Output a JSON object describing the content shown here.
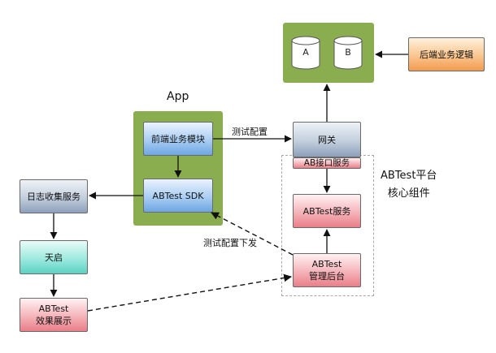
{
  "app_label": "App",
  "platform_label": "ABTest平台\n核心组件",
  "storage": {
    "db_a": "A",
    "db_b": "B"
  },
  "nodes": {
    "backend_logic": "后端业务逻辑",
    "frontend_module": "前端业务模块",
    "abtest_sdk": "ABTest SDK",
    "log_collect": "日志收集服务",
    "tianqi": "天启",
    "effect_display": "ABTest\n效果展示",
    "gateway": "网关",
    "ab_interface": "AB接口服务",
    "ab_service": "ABTest服务",
    "admin_backend": "ABTest\n管理后台"
  },
  "edge_labels": {
    "test_config": "测试配置",
    "test_config_dispatch": "测试配置下发"
  },
  "colors": {
    "container_green": "#8aad4f",
    "arrow": "#111111",
    "dashed_border": "#a8a8a8"
  }
}
